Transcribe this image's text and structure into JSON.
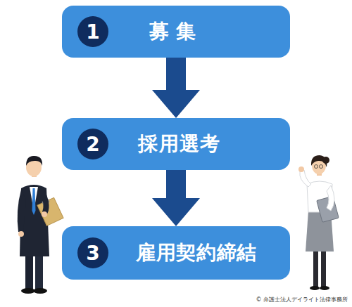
{
  "diagram": {
    "nodes": [
      {
        "text": [
          "募集"
        ]
      },
      {
        "text": [
          "1"
        ],
        "in": 0
      },
      {
        "text": [
          "採用選考"
        ]
      },
      {
        "text": [
          "2"
        ],
        "in": 2
      },
      {
        "text": [
          "雇用契約締結"
        ]
      },
      {
        "text": [
          "3"
        ],
        "in": 4
      }
    ],
    "edges": [
      {
        "from": 0,
        "to": 2,
        "arrow": "to"
      },
      {
        "from": 2,
        "to": 4,
        "arrow": "to"
      }
    ],
    "labels": [
      "© 弁護士法人デイライト法律事務所"
    ]
  }
}
